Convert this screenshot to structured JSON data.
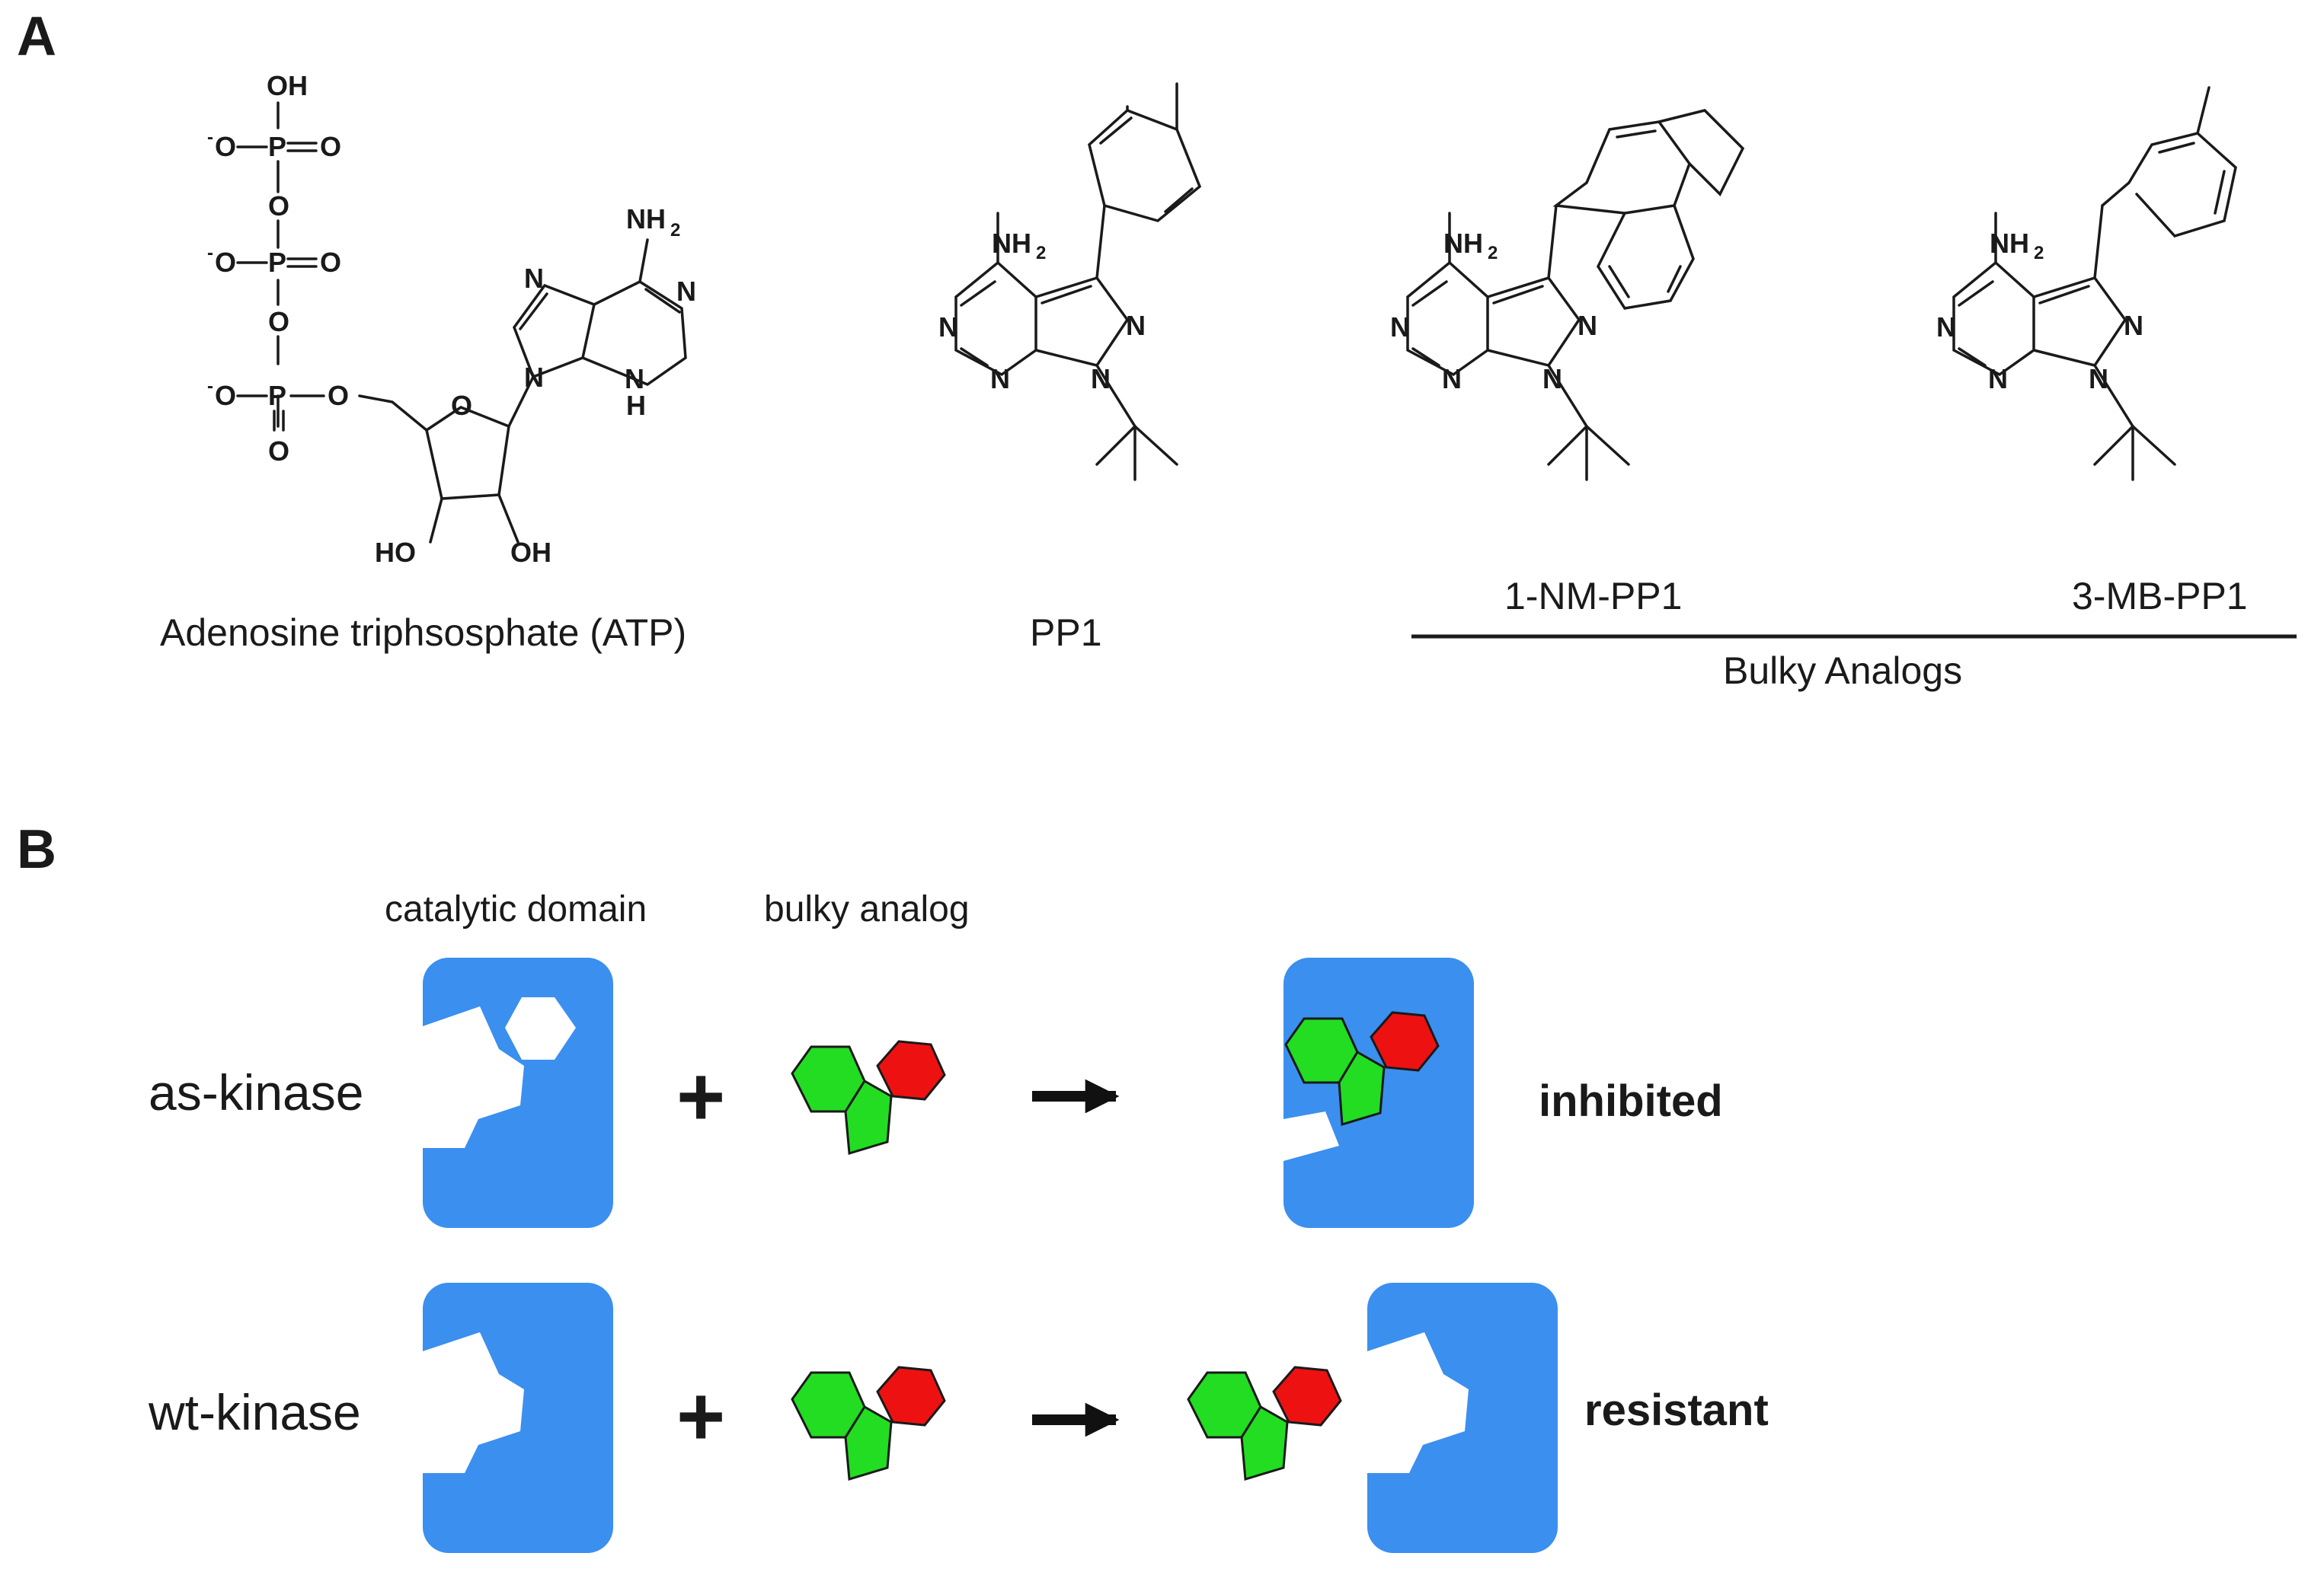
{
  "panels": {
    "a": "A",
    "b": "B"
  },
  "molecules": {
    "atp": "Adenosine triphsosphate (ATP)",
    "pp1": "PP1",
    "nm": "1-NM-PP1",
    "mb": "3-MB-PP1",
    "group": "Bulky Analogs"
  },
  "atoms": {
    "oh": "OH",
    "ho": "HO",
    "o": "O",
    "p": "P",
    "n": "N",
    "h": "H",
    "nh": "NH",
    "two": "2",
    "minus": "-"
  },
  "scheme": {
    "col_domain": "catalytic domain",
    "col_analog": "bulky analog",
    "rows": [
      {
        "label": "as-kinase",
        "result": "inhibited"
      },
      {
        "label": "wt-kinase",
        "result": "resistant"
      }
    ],
    "plus": "+"
  },
  "colors": {
    "kinase": "#3b8fef",
    "ring_green": "#22dd22",
    "ring_red": "#ee1111"
  }
}
